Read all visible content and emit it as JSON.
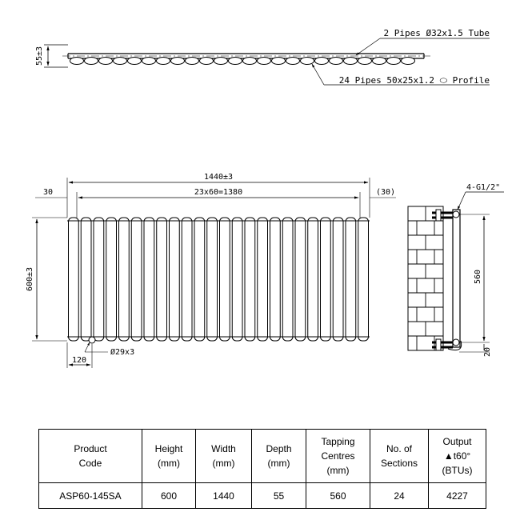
{
  "top_view": {
    "depth_label": "55±3",
    "tube_callout": "2 Pipes Ø32x1.5 Tube",
    "profile_callout": "24 Pipes 50x25x1.2 ⬭ Profile"
  },
  "front_view": {
    "overall_width": "1440±3",
    "left_offset": "30",
    "right_offset": "(30)",
    "pitch_label": "23x60=1380",
    "height_label": "600±3",
    "inlet_label": "Ø29x3",
    "inlet_offset": "120"
  },
  "side_view": {
    "connection_label": "4-G1/2\"",
    "centres_label": "560",
    "bottom_label": "20"
  },
  "table": {
    "headers": [
      "Product\nCode",
      "Height\n(mm)",
      "Width\n(mm)",
      "Depth\n(mm)",
      "Tapping\nCentres\n(mm)",
      "No. of\nSections",
      "Output\n▲t60° (BTUs)"
    ],
    "row": [
      "ASP60-145SA",
      "600",
      "1440",
      "55",
      "560",
      "24",
      "4227"
    ]
  }
}
